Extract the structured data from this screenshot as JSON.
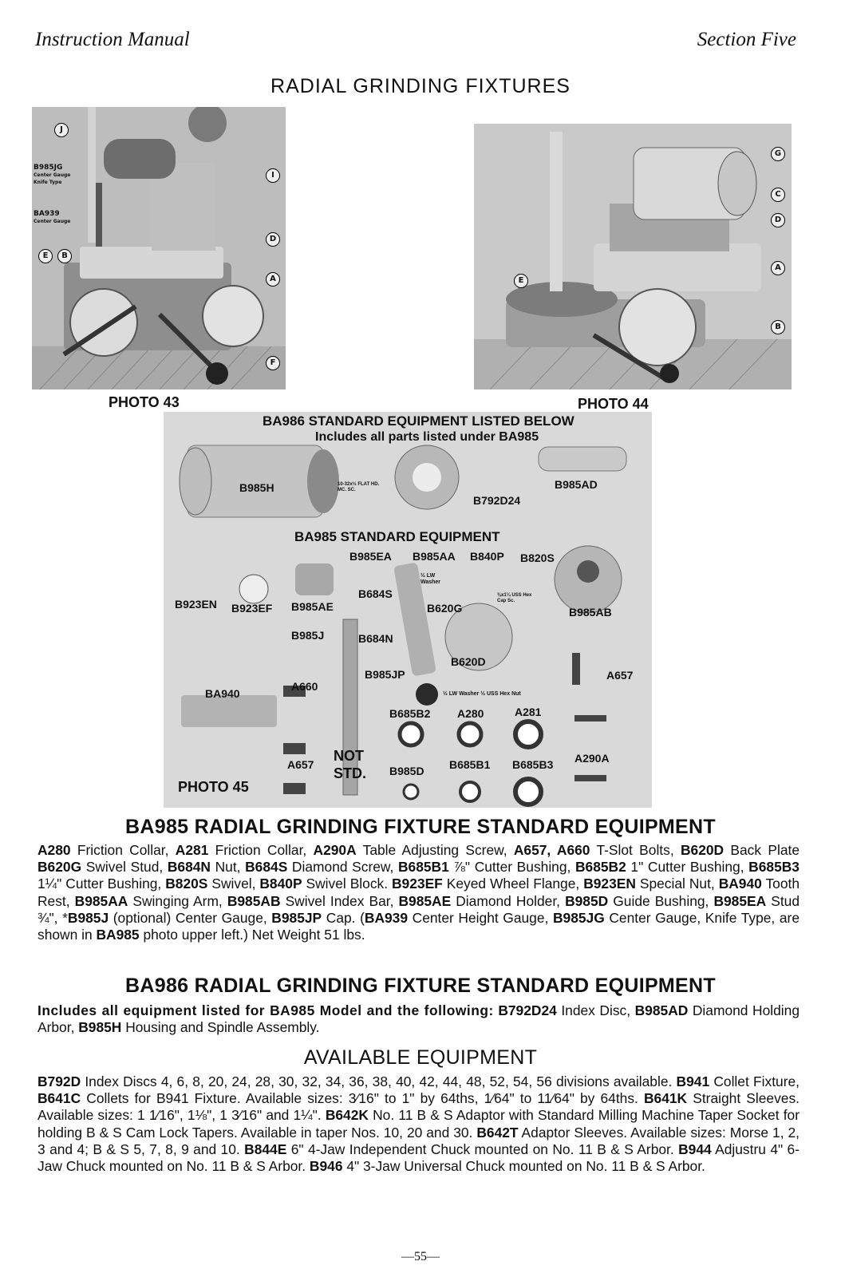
{
  "header": {
    "left": "Instruction Manual",
    "right": "Section Five"
  },
  "page_title": "RADIAL GRINDING FIXTURES",
  "photo43": {
    "label": "PHOTO 43",
    "callouts": {
      "b985jg": "B985JG",
      "b985jg_sub1": "Center Gauge",
      "b985jg_sub2": "Knife Type",
      "ba939": "BA939",
      "ba939_sub": "Center Gauge"
    },
    "letters": [
      "J",
      "I",
      "E",
      "B",
      "D",
      "A",
      "F"
    ]
  },
  "photo44": {
    "label": "PHOTO 44",
    "letters": [
      "G",
      "C",
      "D",
      "A",
      "E",
      "B"
    ]
  },
  "photo45": {
    "label": "PHOTO 45",
    "heading1": "BA986 STANDARD EQUIPMENT LISTED BELOW",
    "heading2": "Includes all parts listed under BA985",
    "heading3": "BA985 STANDARD EQUIPMENT",
    "parts": {
      "b985h": "B985H",
      "b985ad": "B985AD",
      "b792d24": "B792D24",
      "screw_note": "10-32x½ FLAT HD. MC. SC.",
      "b985ea": "B985EA",
      "b985aa": "B985AA",
      "b840p": "B840P",
      "b820s": "B820S",
      "b923en": "B923EN",
      "b923ef": "B923EF",
      "b985ae": "B985AE",
      "b684s": "B684S",
      "b620g": "B620G",
      "b985ab": "B985AB",
      "b985j": "B985J",
      "b684n": "B684N",
      "b620d": "B620D",
      "a657a": "A657",
      "ba940": "BA940",
      "a660": "A660",
      "b985jp": "B985JP",
      "b685b2": "B685B2",
      "a280": "A280",
      "a281": "A281",
      "a657b": "A657",
      "a290a": "A290A",
      "b985d": "B985D",
      "b685b1": "B685B1",
      "b685b3": "B685B3",
      "not_std": "NOT STD.",
      "lw_washer": "½ LW Washer",
      "hex_cap": "⅜x1¼ USS Hex Cap Sc.",
      "nut_note": "½ LW Washer ½ USS Hex Nut"
    }
  },
  "ba985": {
    "heading": "BA985 RADIAL GRINDING FIXTURE STANDARD EQUIPMENT",
    "text": [
      {
        "b": "A280"
      },
      {
        "t": " Friction Collar, "
      },
      {
        "b": "A281"
      },
      {
        "t": " Friction Collar, "
      },
      {
        "b": "A290A"
      },
      {
        "t": " Table Adjusting Screw, "
      },
      {
        "b": "A657, A660"
      },
      {
        "t": " T-Slot Bolts, "
      },
      {
        "b": "B620D"
      },
      {
        "t": " Back Plate "
      },
      {
        "b": "B620G"
      },
      {
        "t": " Swivel Stud, "
      },
      {
        "b": "B684N"
      },
      {
        "t": " Nut, "
      },
      {
        "b": "B684S"
      },
      {
        "t": " Diamond Screw, "
      },
      {
        "b": "B685B1"
      },
      {
        "t": " ⅞\" Cutter Bushing, "
      },
      {
        "b": "B685B2"
      },
      {
        "t": " 1\" Cutter Bushing, "
      },
      {
        "b": "B685B3"
      },
      {
        "t": " 1¼\" Cutter Bushing, "
      },
      {
        "b": "B820S"
      },
      {
        "t": " Swivel, "
      },
      {
        "b": "B840P"
      },
      {
        "t": " Swivel Block. "
      },
      {
        "b": "B923EF"
      },
      {
        "t": " Keyed Wheel Flange, "
      },
      {
        "b": "B923EN"
      },
      {
        "t": " Special Nut, "
      },
      {
        "b": "BA940"
      },
      {
        "t": " Tooth Rest, "
      },
      {
        "b": "B985AA"
      },
      {
        "t": " Swinging Arm, "
      },
      {
        "b": "B985AB"
      },
      {
        "t": " Swivel Index Bar, "
      },
      {
        "b": "B985AE"
      },
      {
        "t": " Diamond Holder, "
      },
      {
        "b": "B985D"
      },
      {
        "t": " Guide Bushing, "
      },
      {
        "b": "B985EA"
      },
      {
        "t": " Stud ¾\", *"
      },
      {
        "b": "B985J"
      },
      {
        "t": " (optional) Center Gauge, "
      },
      {
        "b": "B985JP"
      },
      {
        "t": " Cap. ("
      },
      {
        "b": "BA939"
      },
      {
        "t": " Center Height Gauge, "
      },
      {
        "b": "B985JG"
      },
      {
        "t": " Center Gauge, Knife Type, are shown in "
      },
      {
        "b": "BA985"
      },
      {
        "t": " photo upper left.) Net Weight 51 lbs."
      }
    ]
  },
  "ba986": {
    "heading": "BA986 RADIAL GRINDING FIXTURE STANDARD EQUIPMENT",
    "lead": "Includes all equipment listed for BA985 Model and the following:",
    "text": [
      {
        "t": " "
      },
      {
        "b": "B792D24"
      },
      {
        "t": " Index Disc, "
      },
      {
        "b": "B985AD"
      },
      {
        "t": " Diamond Holding Arbor, "
      },
      {
        "b": "B985H"
      },
      {
        "t": " Housing and Spindle Assembly."
      }
    ]
  },
  "available": {
    "heading": "AVAILABLE EQUIPMENT",
    "text": [
      {
        "b": "B792D"
      },
      {
        "t": " Index Discs 4, 6, 8, 20, 24, 28, 30, 32, 34, 36, 38, 40, 42, 44, 48, 52, 54, 56 divisions available. "
      },
      {
        "b": "B941"
      },
      {
        "t": " Collet Fixture, "
      },
      {
        "b": "B641C"
      },
      {
        "t": " Collets for B941 Fixture. Available sizes: 3⁄16\" to 1\" by 64ths, 1⁄64\" to 11⁄64\" by 64ths. "
      },
      {
        "b": "B641K"
      },
      {
        "t": " Straight Sleeves. Available sizes: 1 1⁄16\", 1⅛\", 1 3⁄16\" and 1¼\". "
      },
      {
        "b": "B642K"
      },
      {
        "t": " No. 11 B & S Adaptor with Standard Milling Machine Taper Socket for holding B & S Cam Lock Tapers. Available in taper Nos. 10, 20 and 30. "
      },
      {
        "b": "B642T"
      },
      {
        "t": " Adaptor Sleeves. Available sizes: Morse 1, 2, 3 and 4; B & S 5, 7, 8, 9 and 10. "
      },
      {
        "b": "B844E"
      },
      {
        "t": " 6\" 4-Jaw Independent Chuck mounted on No. 11 B & S Arbor. "
      },
      {
        "b": "B944"
      },
      {
        "t": " Adjustru 4\" 6-Jaw Chuck mounted on No. 11 B & S Arbor. "
      },
      {
        "b": "B946"
      },
      {
        "t": " 4\" 3-Jaw Universal Chuck mounted on No. 11 B & S Arbor."
      }
    ]
  },
  "page_number": "—55—"
}
